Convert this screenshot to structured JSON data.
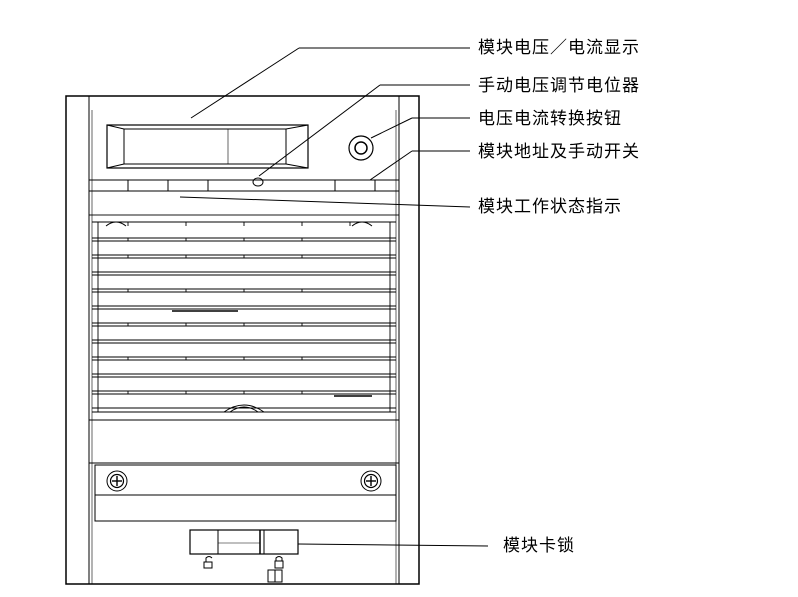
{
  "callouts": {
    "display": "模块电压／电流显示",
    "potentiometer": "手动电压调节电位器",
    "switch_button": "电压电流转换按钮",
    "address_switch": "模块地址及手动开关",
    "status_indicator": "模块工作状态指示",
    "latch": "模块卡锁"
  },
  "colors": {
    "line": "#000000",
    "background": "#ffffff",
    "display_window": "#ffffff"
  },
  "icons": {
    "unlock": "open-padlock-icon",
    "lock": "closed-padlock-icon",
    "knob": "round-button-icon",
    "screw": "cross-screw-icon"
  }
}
